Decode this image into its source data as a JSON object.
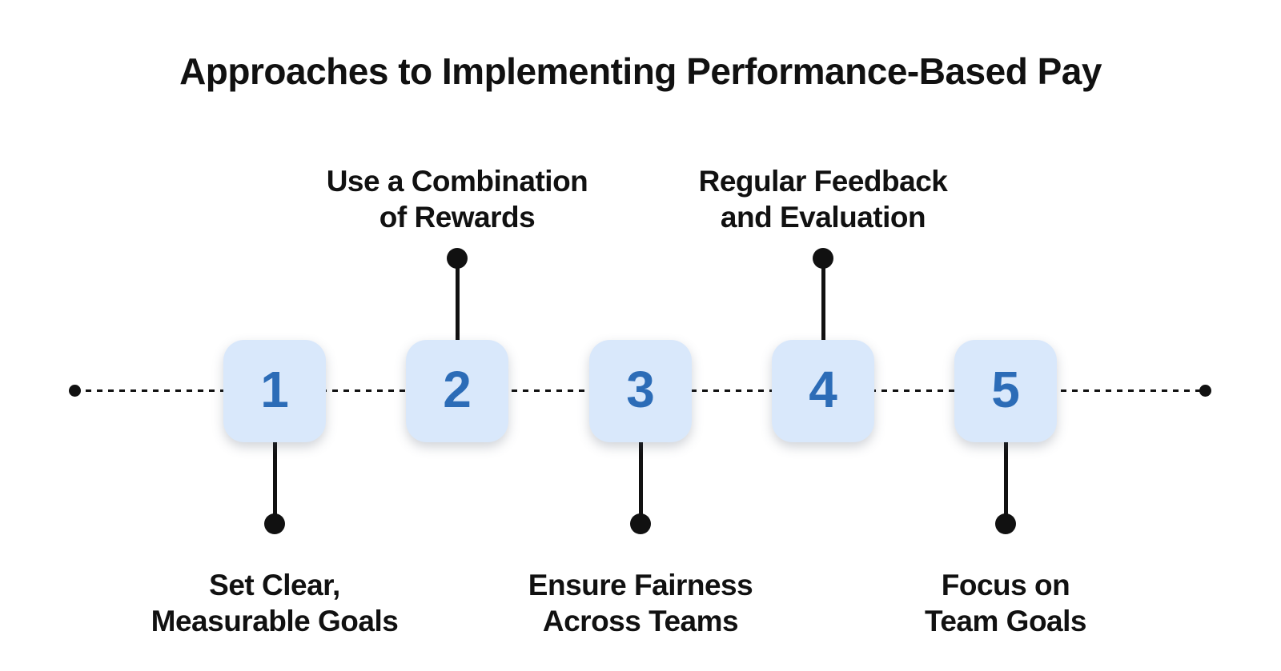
{
  "title": "Approaches to Implementing Performance-Based Pay",
  "timeline": {
    "items": [
      {
        "number": "1",
        "label": "Set Clear,\nMeasurable Goals",
        "position": "below"
      },
      {
        "number": "2",
        "label": "Use a Combination\nof Rewards",
        "position": "above"
      },
      {
        "number": "3",
        "label": "Ensure Fairness\nAcross Teams",
        "position": "below"
      },
      {
        "number": "4",
        "label": "Regular Feedback\nand Evaluation",
        "position": "above"
      },
      {
        "number": "5",
        "label": "Focus on\nTeam Goals",
        "position": "below"
      }
    ]
  },
  "colors": {
    "ink": "#111111",
    "box-fill": "#d9e8fb",
    "number-blue": "#2c6cb7"
  }
}
